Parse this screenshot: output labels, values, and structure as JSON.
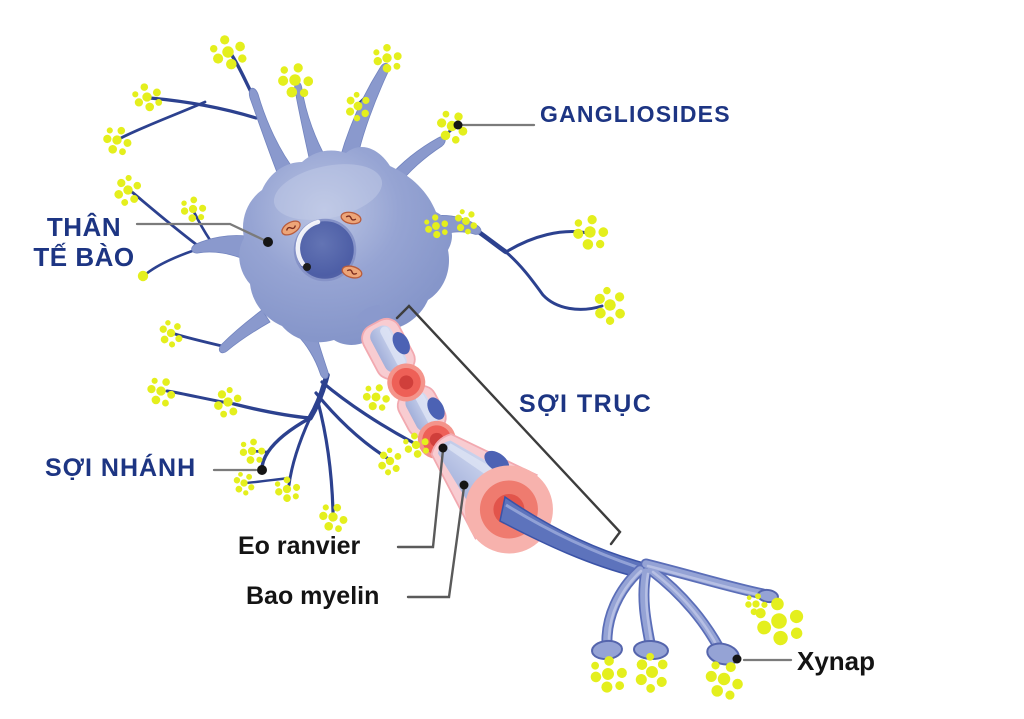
{
  "diagram": {
    "type": "neuron-anatomy-diagram",
    "background": "#ffffff",
    "labels": {
      "gangliosides": "GANGLIOSIDES",
      "cell_body_1": "THÂN",
      "cell_body_2": "TẾ BÀO",
      "axon": "SỢI TRỤC",
      "dendrites": "SỢI NHÁNH",
      "node_of_ranvier": "Eo ranvier",
      "myelin_sheath": "Bao myelin",
      "synapse": "Xynap"
    },
    "colors": {
      "label_navy": "#1d3583",
      "label_black": "#141414",
      "soma_fill": "#8c9bce",
      "soma_light": "#bcc6e4",
      "nucleus": "#4d5ea6",
      "dendrite_line": "#2c418f",
      "myelin_pink": "#f8ccd1",
      "myelin_edge": "#f2a9b0",
      "axon_core_blue": "#aab6de",
      "node_ring_red": "#ee6057",
      "schwann_nucleus": "#4c62b4",
      "fiber_blue": "#5d73bc",
      "terminal_blue": "#95a3d5",
      "vesicle_yellow": "#e4ef1d",
      "leader_gray": "#7b7b7b",
      "bracket_dark": "#3d3d3d"
    }
  }
}
